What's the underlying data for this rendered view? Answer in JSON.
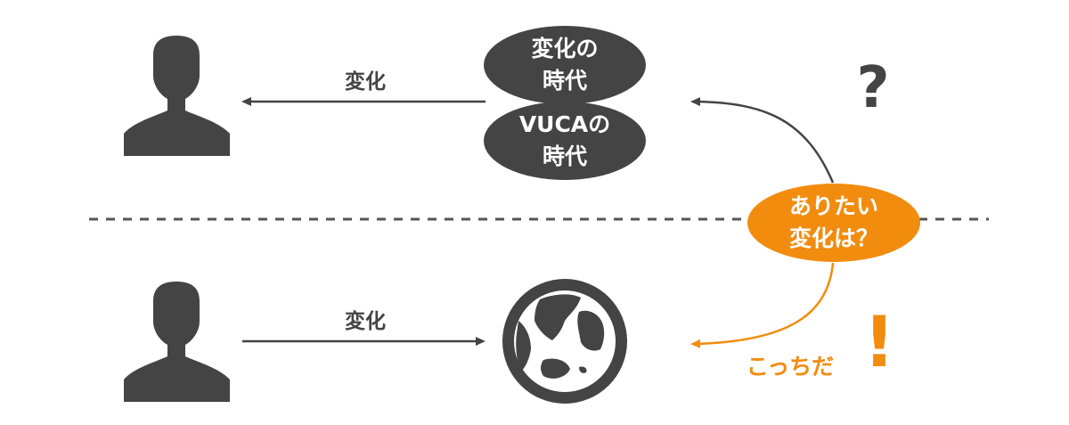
{
  "colors": {
    "dark": "#444444",
    "orange": "#F28C0F",
    "dash": "#555555"
  },
  "top": {
    "arrow_label": "変化",
    "era1": [
      "変化の",
      "時代"
    ],
    "era2": [
      "VUCAの",
      "時代"
    ],
    "question_mark": "?"
  },
  "bottom": {
    "arrow_label": "変化",
    "callout": "こっちだ",
    "exclamation": "!"
  },
  "center_bubble": [
    "ありたい",
    "変化は？"
  ],
  "icons": {
    "top_person": "person-silhouette-icon",
    "bottom_person": "person-silhouette-icon",
    "globe": "globe-icon"
  }
}
